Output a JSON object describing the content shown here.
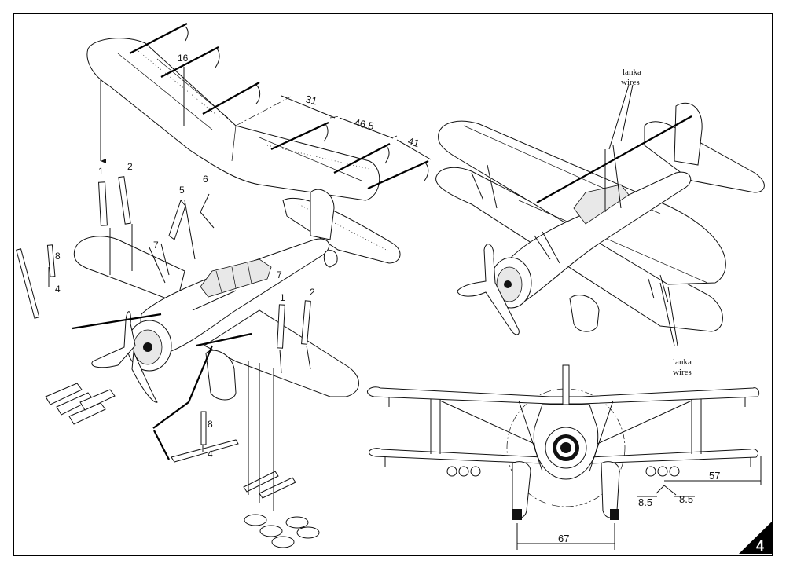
{
  "page_number": "4",
  "part_callouts": {
    "p16": "16",
    "p1a": "1",
    "p2a": "2",
    "p5": "5",
    "p6": "6",
    "p7a": "7",
    "p7b": "7",
    "p8a": "8",
    "p4a": "4",
    "p1b": "1",
    "p2b": "2",
    "p8b": "8",
    "p4b": "4"
  },
  "dimensions": {
    "d31": "31",
    "d46_5": "46.5",
    "d41": "41",
    "d57": "57",
    "d8_5a": "8.5",
    "d8_5b": "8.5",
    "d67": "67"
  },
  "wire_labels": {
    "upper": {
      "line1": "lanka",
      "line2": "wires"
    },
    "lower": {
      "line1": "lanka",
      "line2": "wires"
    }
  },
  "colors": {
    "ink": "#111111",
    "paper": "#ffffff",
    "frame": "#000000"
  }
}
